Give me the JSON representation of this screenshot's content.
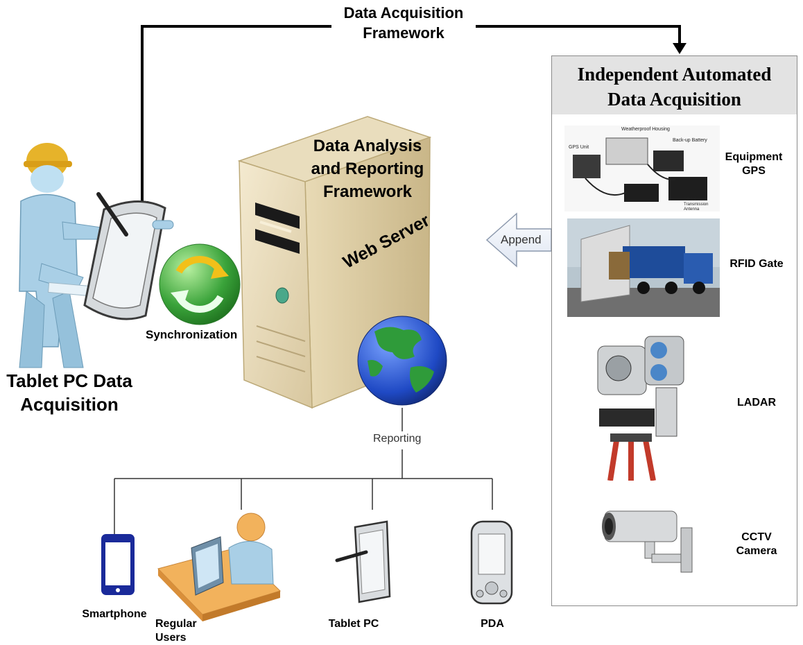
{
  "framework_label": "Data Acquisition\nFramework",
  "tablet_pc_label": "Tablet PC Data\nAcquisition",
  "sync_label": "Synchronization",
  "server": {
    "title": "Data Analysis\nand Reporting\nFramework",
    "web_server_label": "Web Server"
  },
  "append_label": "Append",
  "reporting_label": "Reporting",
  "panel": {
    "title": "Independent Automated\nData Acquisition",
    "items": [
      {
        "label": "Equipment\nGPS",
        "icon": "gps-equipment-photo"
      },
      {
        "label": "RFID Gate",
        "icon": "rfid-gate-photo"
      },
      {
        "label": "LADAR",
        "icon": "ladar-photo"
      },
      {
        "label": "CCTV\nCamera",
        "icon": "cctv-camera-photo"
      }
    ],
    "gps_photo_captions": [
      "Weatherproof Housing",
      "GPS Unit",
      "Back-up Battery",
      "GPS & Transmission\nAntenna"
    ]
  },
  "devices": [
    {
      "label": "Smartphone",
      "icon": "smartphone-icon"
    },
    {
      "label": "Regular\nUsers",
      "icon": "desktop-user-icon"
    },
    {
      "label": "Tablet PC",
      "icon": "tablet-icon"
    },
    {
      "label": "PDA",
      "icon": "pda-icon"
    }
  ],
  "colors": {
    "server_body": "#efe3c4",
    "helmet": "#e6b32a",
    "worker": "#a9cfe6",
    "sync_green": "#3aa33a",
    "sync_yellow": "#f2c01a",
    "globe_blue": "#1f49c4",
    "globe_green": "#2f9b3a",
    "phone_blue": "#1a2a9a",
    "panel_header": "#e3e3e3"
  }
}
